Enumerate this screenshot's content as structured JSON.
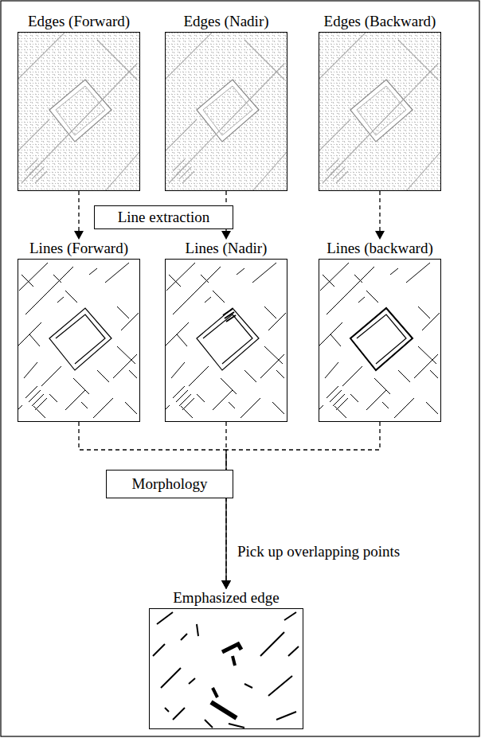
{
  "diagram": {
    "nodes": [
      {
        "text": [
          "Edges (Forward)"
        ]
      },
      {
        "text": [
          "Edges (Nadir)"
        ]
      },
      {
        "text": [
          "Edges (Backward)"
        ]
      },
      {
        "text": [
          "Line extraction"
        ]
      },
      {
        "text": [
          "Lines (Forward)"
        ]
      },
      {
        "text": [
          "Lines (Nadir)"
        ]
      },
      {
        "text": [
          "Lines (backward)"
        ]
      },
      {
        "text": [
          "Morphology"
        ]
      },
      {
        "text": [
          "Emphasized edge"
        ]
      }
    ],
    "edges": [
      {
        "from": 0,
        "to": 4,
        "arrow": "to"
      },
      {
        "from": 1,
        "to": 5,
        "arrow": "to"
      },
      {
        "from": 2,
        "to": 6,
        "arrow": "to"
      },
      {
        "from": 4,
        "to": 8,
        "arrow": "to"
      },
      {
        "from": 5,
        "to": 8,
        "arrow": "to",
        "label": "Pick up overlapping points"
      },
      {
        "from": 6,
        "to": 8,
        "arrow": "to"
      }
    ]
  }
}
